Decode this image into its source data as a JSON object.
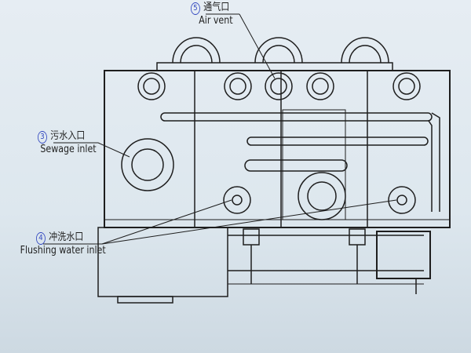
{
  "labels": {
    "air_vent": {
      "number": "5",
      "cn": "通气口",
      "en": "Air vent"
    },
    "sewage_inlet": {
      "number": "3",
      "cn": "污水入口",
      "en": "Sewage inlet"
    },
    "flushing_inlet": {
      "number": "4",
      "cn": "冲洗水口",
      "en": "Flushing water inlet"
    }
  },
  "colors": {
    "line": "#1e1e1e",
    "callout_number": "#3348c0",
    "background": "#e2eaf0"
  }
}
